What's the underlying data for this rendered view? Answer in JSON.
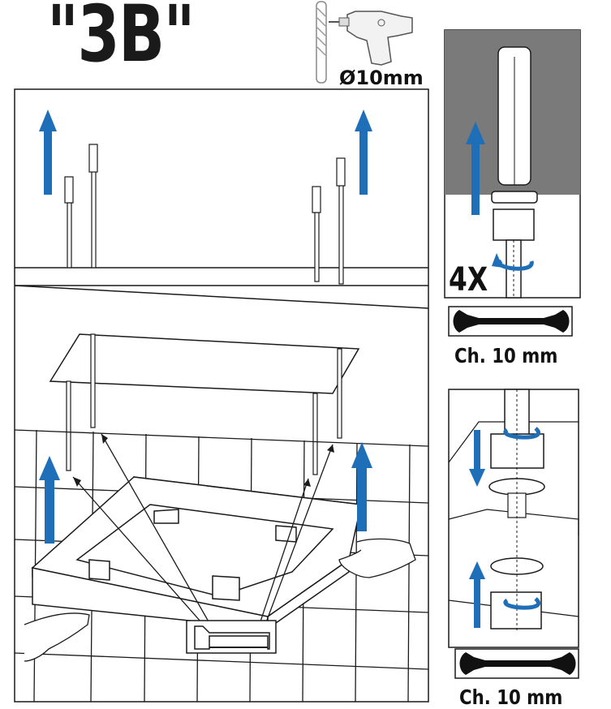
{
  "step_label": "\"3B\"",
  "drill": {
    "bit_diameter": "Ø10mm",
    "icon": "drill-icon"
  },
  "anchor_panel": {
    "quantity": "4X"
  },
  "wrench_top": {
    "label": "Ch. 10 mm",
    "icon": "wrench-icon"
  },
  "wrench_bottom": {
    "label": "Ch. 10 mm",
    "icon": "wrench-icon"
  },
  "tool": {
    "icon": "hacksaw-icon"
  },
  "colors": {
    "arrow": "#1f6fb8",
    "wall": "#7a7a7a",
    "line": "#1a1a1a"
  }
}
